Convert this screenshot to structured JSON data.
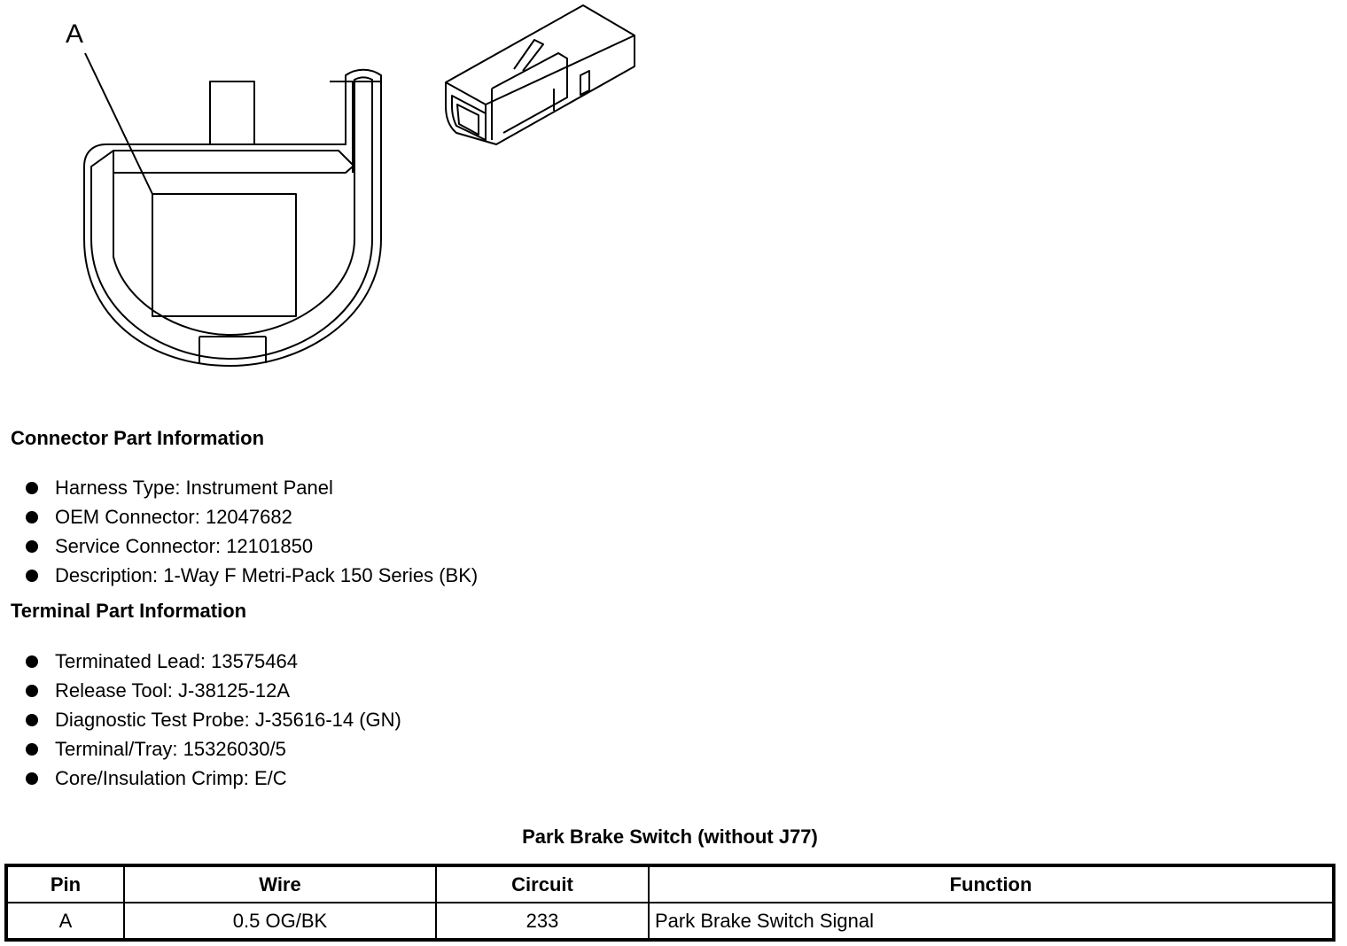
{
  "diagram": {
    "pin_label": "A"
  },
  "connector_info": {
    "title": "Connector Part Information",
    "items": [
      "Harness Type: Instrument Panel",
      "OEM Connector: 12047682",
      "Service Connector: 12101850",
      "Description: 1-Way F Metri-Pack 150 Series (BK)"
    ]
  },
  "terminal_info": {
    "title": "Terminal Part Information",
    "items": [
      "Terminated Lead: 13575464",
      "Release Tool: J-38125-12A",
      "Diagnostic Test Probe: J-35616-14 (GN)",
      "Terminal/Tray: 15326030/5",
      "Core/Insulation Crimp: E/C"
    ]
  },
  "pin_table": {
    "title": "Park Brake Switch (without J77)",
    "headers": [
      "Pin",
      "Wire",
      "Circuit",
      "Function"
    ],
    "rows": [
      [
        "A",
        "0.5 OG/BK",
        "233",
        "Park Brake Switch Signal"
      ]
    ]
  }
}
